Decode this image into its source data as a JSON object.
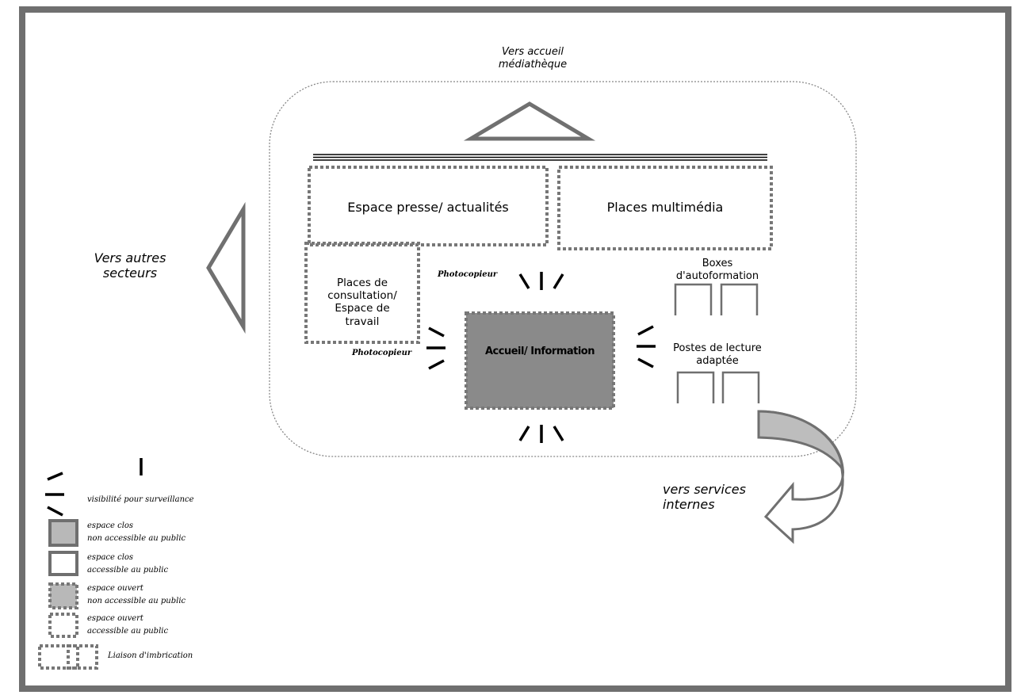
{
  "directions": {
    "accueil_line1": "Vers accueil",
    "accueil_line2": "médiathèque",
    "autres_line1": "Vers autres",
    "autres_line2": "secteurs",
    "services_line1": "vers services",
    "services_line2": "internes"
  },
  "zones": {
    "presse": "Espace presse/ actualités",
    "multimedia": "Places multimédia",
    "consultation_line1": "Places de",
    "consultation_line2": "consultation/",
    "consultation_line3": "Espace de",
    "consultation_line4": "travail",
    "accueil": "Accueil/ Information",
    "boxes_line1": "Boxes",
    "boxes_line2": "d'autoformation",
    "postes_line1": "Postes de lecture",
    "postes_line2": "adaptée",
    "photocopieur_1": "Photocopieur",
    "photocopieur_2": "Photocopieur"
  },
  "legend": {
    "visibilite": "visibilité pour surveillance",
    "clos_non_line1": "espace clos",
    "clos_non_line2": "non accessible au public",
    "clos_acc_line1": "espace clos",
    "clos_acc_line2": "accessible au public",
    "ouvert_non_line1": "espace ouvert",
    "ouvert_non_line2": "non accessible au public",
    "ouvert_acc_line1": "espace ouvert",
    "ouvert_acc_line2": "accessible au public",
    "liaison": "Liaison d'imbrication"
  },
  "colors": {
    "frame": "#6f6f6f",
    "accueil_fill": "#8a8a8a",
    "closed_fill": "#b8b8b8",
    "dotted": "#777777"
  }
}
